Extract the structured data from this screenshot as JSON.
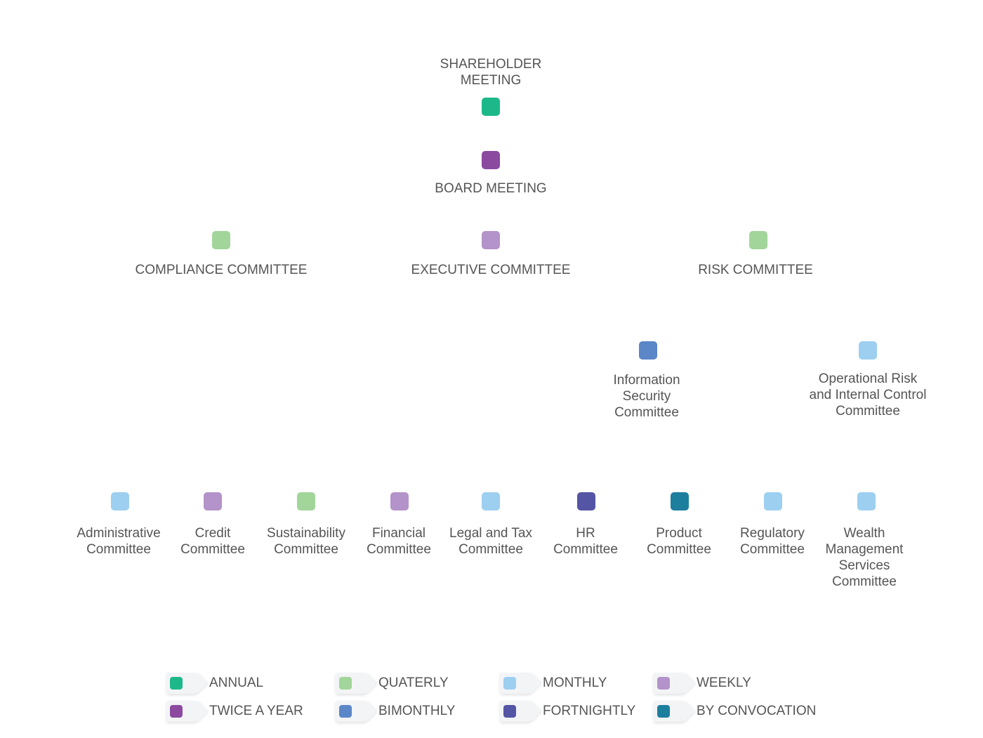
{
  "colors": {
    "annual": "#1db88a",
    "twice_a_year": "#8b4aa0",
    "quaterly": "#a2d59a",
    "bimonthly": "#5b86c8",
    "monthly": "#9dcff0",
    "fortnightly": "#5555a5",
    "weekly": "#b393c9",
    "by_convocation": "#1d7f9e"
  },
  "nodes": {
    "shareholder": {
      "label": "SHAREHOLDER\nMEETING",
      "frequency": "annual"
    },
    "board": {
      "label": "BOARD MEETING",
      "frequency": "twice_a_year"
    },
    "compliance": {
      "label": "COMPLIANCE COMMITTEE",
      "frequency": "quaterly"
    },
    "executive": {
      "label": "EXECUTIVE COMMITTEE",
      "frequency": "weekly"
    },
    "risk": {
      "label": "RISK COMMITTEE",
      "frequency": "quaterly"
    },
    "info_security": {
      "label": "Information\nSecurity\nCommittee",
      "frequency": "bimonthly"
    },
    "operational_risk": {
      "label": "Operational Risk\nand Internal Control\nCommittee",
      "frequency": "monthly"
    },
    "administrative": {
      "label": "Administrative\nCommittee",
      "frequency": "monthly"
    },
    "credit": {
      "label": "Credit\nCommittee",
      "frequency": "weekly"
    },
    "sustainability": {
      "label": "Sustainability\nCommittee",
      "frequency": "quaterly"
    },
    "financial": {
      "label": "Financial\nCommittee",
      "frequency": "weekly"
    },
    "legal_tax": {
      "label": "Legal and Tax\nCommittee",
      "frequency": "monthly"
    },
    "hr": {
      "label": "HR\nCommittee",
      "frequency": "fortnightly"
    },
    "product": {
      "label": "Product\nCommittee",
      "frequency": "by_convocation"
    },
    "regulatory": {
      "label": "Regulatory\nCommittee",
      "frequency": "monthly"
    },
    "wealth": {
      "label": "Wealth\nManagement\nServices\nCommittee",
      "frequency": "monthly"
    }
  },
  "legend": [
    {
      "key": "annual",
      "label": "ANNUAL"
    },
    {
      "key": "twice_a_year",
      "label": "TWICE A YEAR"
    },
    {
      "key": "quaterly",
      "label": "QUATERLY"
    },
    {
      "key": "bimonthly",
      "label": "BIMONTHLY"
    },
    {
      "key": "monthly",
      "label": "MONTHLY"
    },
    {
      "key": "fortnightly",
      "label": "FORTNIGHTLY"
    },
    {
      "key": "weekly",
      "label": "WEEKLY"
    },
    {
      "key": "by_convocation",
      "label": "BY CONVOCATION"
    }
  ]
}
